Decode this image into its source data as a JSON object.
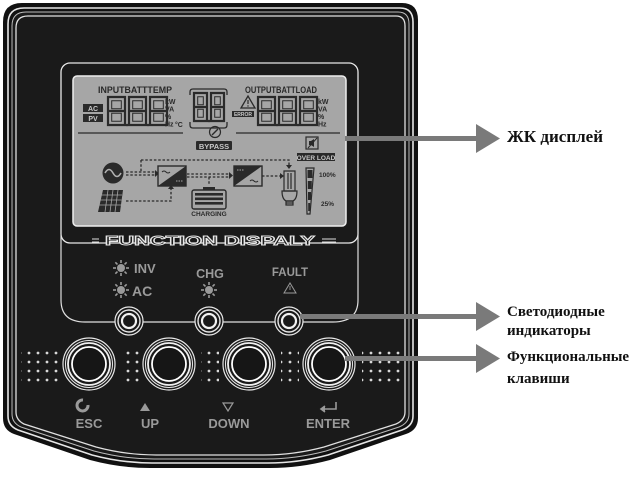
{
  "device": {
    "lcd": {
      "input_header": "INPUTBATTTEMP",
      "output_header": "OUTPUTBATTLOAD",
      "source_badges": [
        "AC",
        "PV"
      ],
      "input_digits": "8.8.8",
      "center_digits": "8.8",
      "output_digits": "8.8.8",
      "input_units": [
        "kW",
        "VA",
        "%",
        "Hz"
      ],
      "input_unit_extra": "°C",
      "output_units": [
        "kW",
        "VA",
        "%",
        "Hz"
      ],
      "error_label": "ERROR",
      "bypass_label": "BYPASS",
      "overload_label": "OVER LOAD",
      "charging_label": "CHARGING",
      "load_level_top": "100%",
      "load_level_bottom": "25%",
      "icons": [
        "ac-source-icon",
        "solar-panel-icon",
        "charger-icon",
        "battery-icon",
        "inverter-icon",
        "bulb-load-icon",
        "mute-icon",
        "warning-icon",
        "wrench-icon",
        "load-level-icon"
      ]
    },
    "panel_title": "FUNCTION DISPALY",
    "leds": [
      {
        "labels": [
          "INV",
          "AC"
        ],
        "icon": "sun-icon"
      },
      {
        "labels": [
          "CHG"
        ],
        "icon": "sun-icon"
      },
      {
        "labels": [
          "FAULT"
        ],
        "icon": "warning-icon"
      }
    ],
    "keys": [
      {
        "label": "ESC",
        "icon": "return-circle-icon"
      },
      {
        "label": "UP",
        "icon": "triangle-up-icon"
      },
      {
        "label": "DOWN",
        "icon": "triangle-down-icon"
      },
      {
        "label": "ENTER",
        "icon": "enter-icon"
      }
    ]
  },
  "callouts": [
    {
      "id": "lcd",
      "text": "ЖК дисплей"
    },
    {
      "id": "leds",
      "text": "Светодиодные индикаторы",
      "lines": [
        "Светодиодные",
        "индикаторы"
      ]
    },
    {
      "id": "keys",
      "text": "Функциональные клавиши",
      "lines": [
        "Функциональные",
        "клавиши"
      ]
    }
  ],
  "colors": {
    "panel": "#1a1a1a",
    "lcd_bg": "#a6a6a6",
    "lcd_ink": "#2a2a2a",
    "label_gray": "#9a9a9a",
    "arrow": "#7a7a7a"
  }
}
